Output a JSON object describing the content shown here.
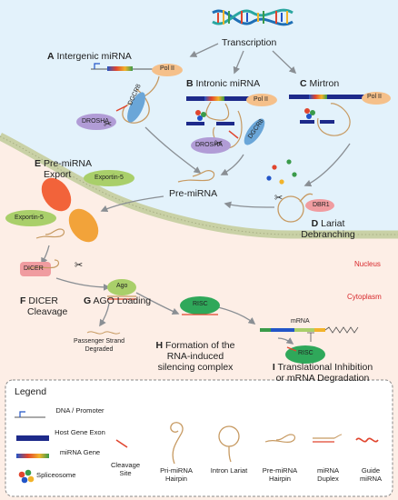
{
  "regions": {
    "nucleus": "Nucleus",
    "cytoplasm": "Cytoplasm"
  },
  "top": {
    "transcription": "Transcription"
  },
  "steps": {
    "a": {
      "letter": "A",
      "label": "Intergenic miRNA"
    },
    "b": {
      "letter": "B",
      "label": "Intronic miRNA"
    },
    "c": {
      "letter": "C",
      "label": "Mirtron"
    },
    "d": {
      "letter": "D",
      "line1": "Lariat",
      "line2": "Debranching"
    },
    "e": {
      "letter": "E",
      "line1": "Pre-miRNA",
      "line2": "Export"
    },
    "f": {
      "letter": "F",
      "line1": "DICER",
      "line2": "Cleavage"
    },
    "g": {
      "letter": "G",
      "label": "AGO Loading"
    },
    "h": {
      "letter": "H",
      "line1": "Formation of the",
      "line2": "RNA-induced",
      "line3": "silencing complex"
    },
    "i": {
      "letter": "I",
      "line1": "Translational Inhibition",
      "line2": "or mRNA Degradation"
    }
  },
  "labels": {
    "pre_mirna": "Pre-miRNA",
    "passenger": "Passenger Strand",
    "degraded": "Degraded",
    "mrna": "mRNA"
  },
  "proteins": {
    "pol2": "Pol II",
    "drosha": "DROSHA",
    "dgcr8": "DGCR8",
    "dbr1": "DBR1",
    "exportin": "Exportin-5",
    "dicer": "DICER",
    "ago": "Ago",
    "risc": "RISC"
  },
  "legend": {
    "title": "Legend",
    "items": {
      "dna": "DNA / Promoter",
      "host": "Host Gene Exon",
      "mirna_gene": "miRNA Gene",
      "spliceosome": "Spliceosome",
      "cleavage": "Cleavage Site",
      "pri": "Pri-miRNA Hairpin",
      "lariat": "Intron Lariat",
      "pre": "Pre-miRNA Hairpin",
      "duplex": "miRNA Duplex",
      "guide": "Guide miRNA"
    }
  },
  "colors": {
    "nucleus_bg": "#e3f2fb",
    "cytoplasm_bg": "#fdeee6",
    "membrane": "#c9d1a6",
    "pol2": "#f5c08a",
    "drosha": "#b19cd6",
    "dgcr8": "#6aa6d8",
    "exportin": "#a9cf6a",
    "porin": "#f2633a",
    "risc": "#2fa85a",
    "host_exon": "#1d2a8a",
    "guide": "#e0452e"
  }
}
